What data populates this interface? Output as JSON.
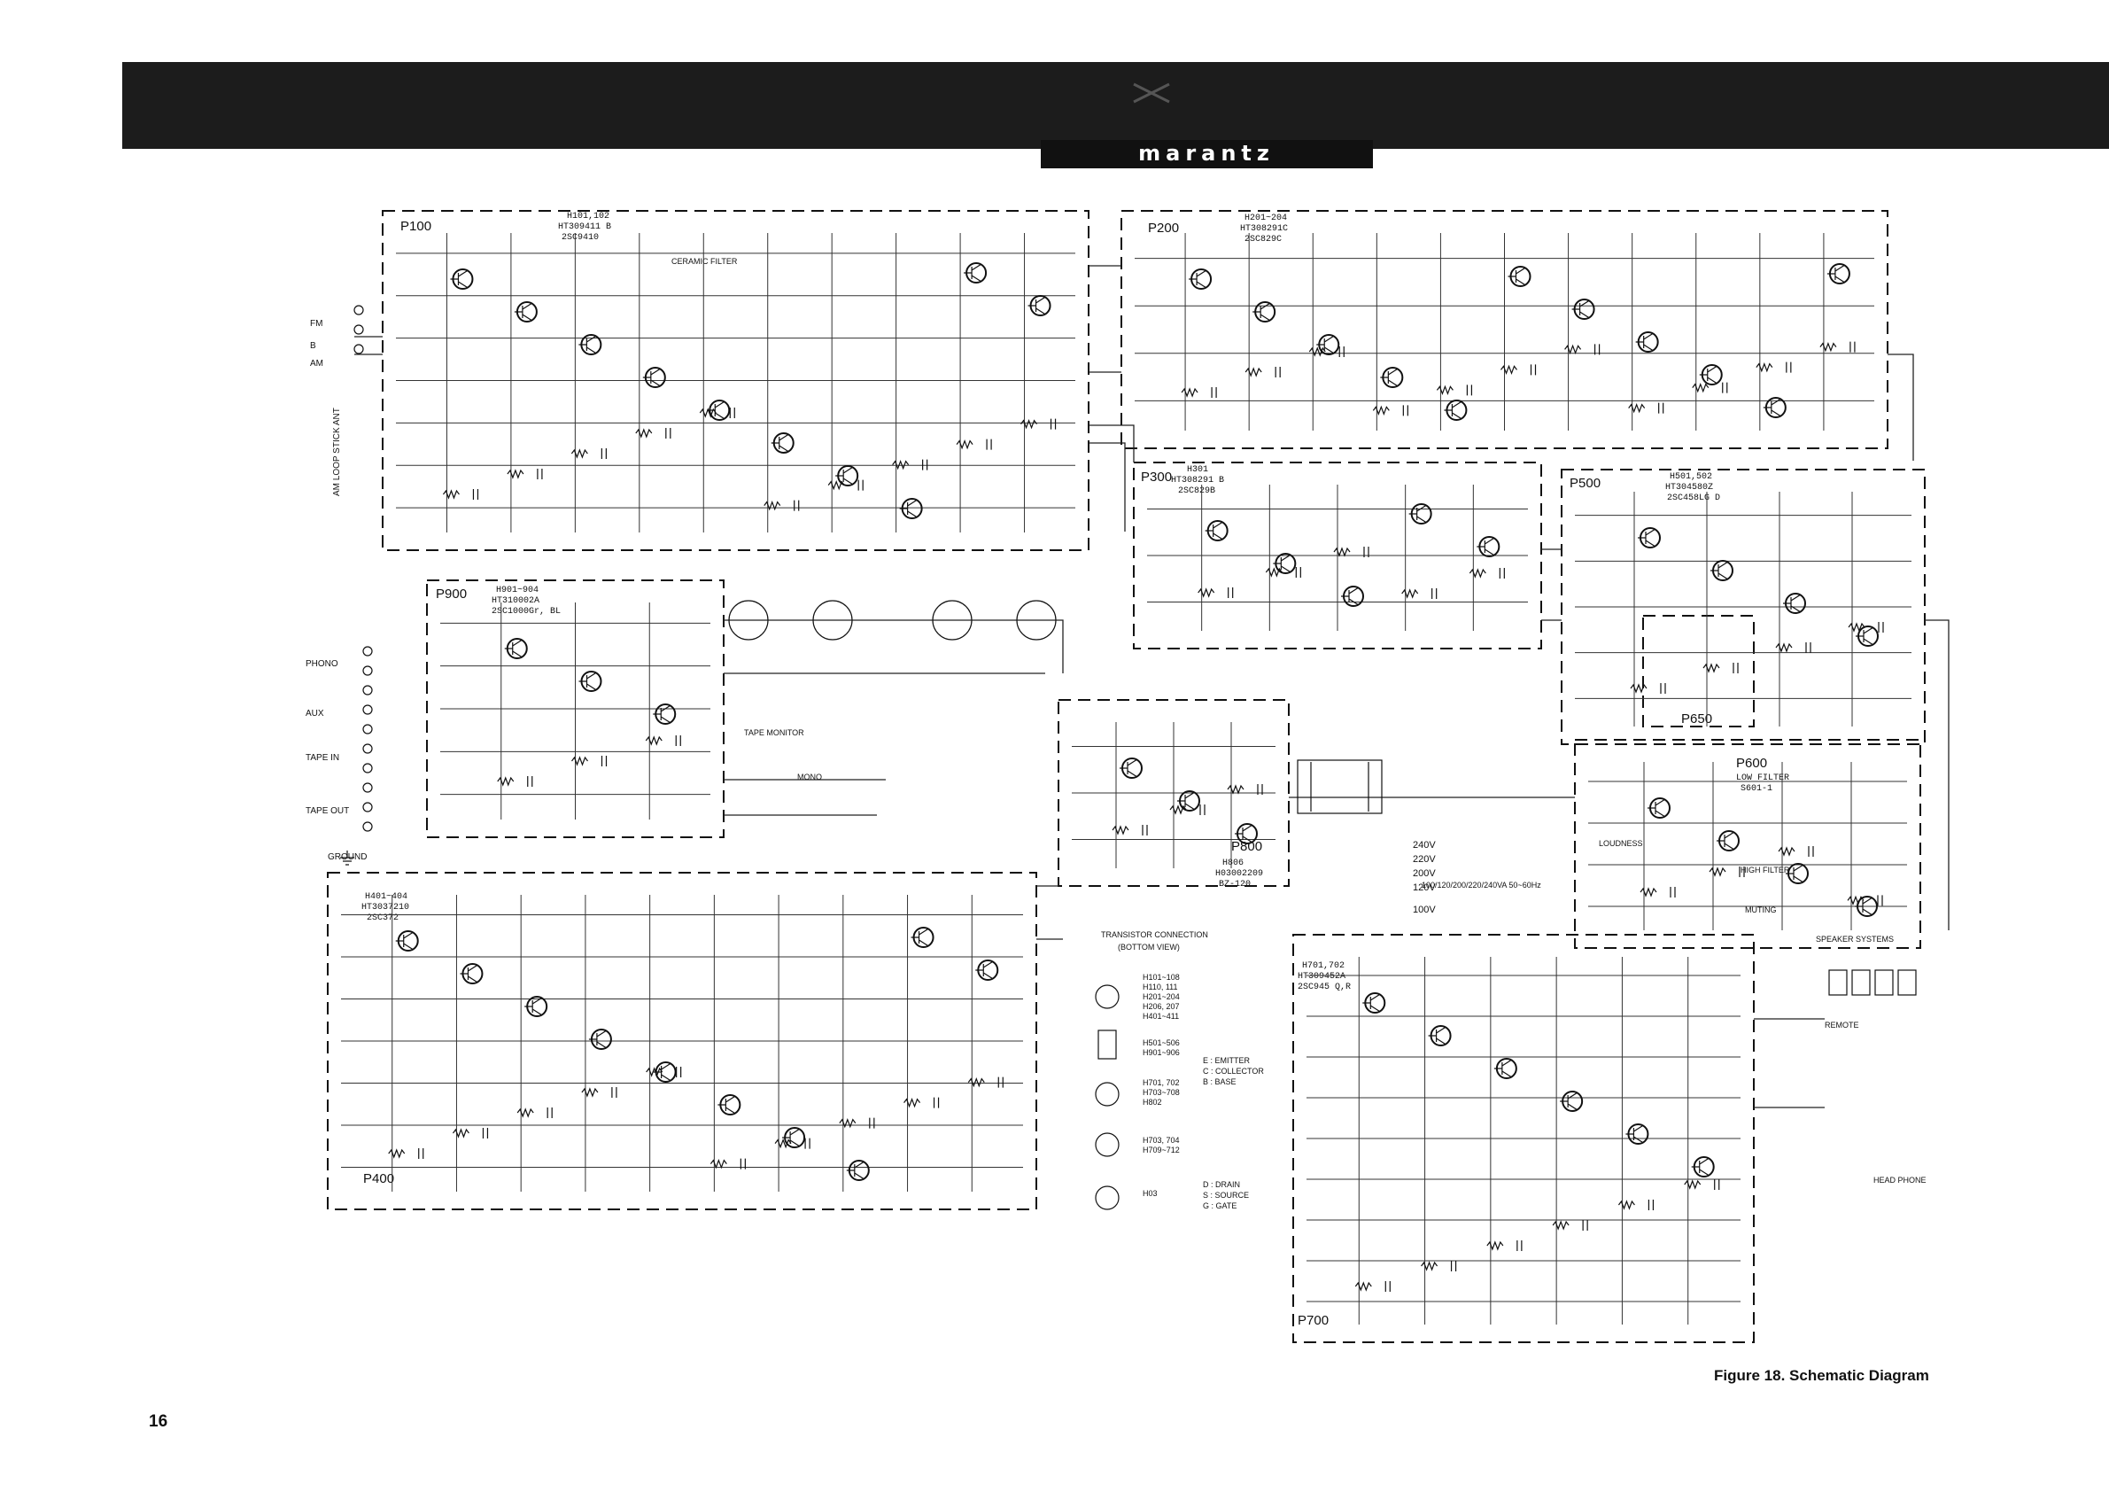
{
  "brand": "marantz",
  "figure_caption": "Figure 18.  Schematic Diagram",
  "page_number": "16",
  "boards": [
    {
      "id": "P100",
      "header": [
        "H101,102",
        "HT309411 B",
        "2SC9410"
      ]
    },
    {
      "id": "P200",
      "header": [
        "H201~204",
        "HT308291C",
        "2SC829C"
      ]
    },
    {
      "id": "P300",
      "header": [
        "H301",
        "HT308291 B",
        "2SC829B"
      ]
    },
    {
      "id": "P400",
      "header": [
        "H401~404",
        "HT3037210",
        "2SC372"
      ]
    },
    {
      "id": "P500",
      "header": [
        "H501,502",
        "HT304580Z",
        "2SC458LG D"
      ]
    },
    {
      "id": "P600",
      "header": [
        "LOW FILTER",
        "S601-1"
      ]
    },
    {
      "id": "P650",
      "header": []
    },
    {
      "id": "P700",
      "header": [
        "H701,702",
        "HT309452A",
        "2SC945 Q,R"
      ]
    },
    {
      "id": "P800",
      "header": [
        "H806",
        "H03002209",
        "BZ-120"
      ]
    },
    {
      "id": "P900",
      "header": [
        "H901~904",
        "HT310002A",
        "2SC1000Gr, BL"
      ]
    }
  ],
  "inputs": [
    "FM",
    "B",
    "AM",
    "PHONO",
    "AUX",
    "TAPE IN",
    "TAPE OUT",
    "GROUND"
  ],
  "labels": {
    "ceramic_filter": "CERAMIC FILTER",
    "tape_monitor": "TAPE MONITOR",
    "mono": "MONO",
    "loudness": "LOUDNESS",
    "high_filter": "HIGH FILTER",
    "muting": "MUTING",
    "speaker_systems": "SPEAKER SYSTEMS",
    "remote": "REMOTE",
    "head_phone": "HEAD PHONE",
    "am_loop_stick_ant": "AM LOOP STICK ANT",
    "voltages": [
      "240V",
      "220V",
      "200V",
      "120V",
      "100V"
    ],
    "voltage_note": "100/120/200/220/240VA 50~60Hz"
  },
  "transistor_connection": {
    "title": "TRANSISTOR CONNECTION",
    "subtitle": "(BOTTOM VIEW)",
    "groups": [
      [
        "H101~108",
        "H110, 111",
        "H201~204",
        "H206, 207",
        "H401~411"
      ],
      [
        "H501~506",
        "H901~906"
      ],
      [
        "H701, 702",
        "H703~708",
        "H802"
      ],
      [
        "H703, 704",
        "H709~712"
      ],
      [
        "H03"
      ]
    ],
    "legend": [
      "E : EMITTER",
      "C : COLLECTOR",
      "B : BASE",
      "D : DRAIN",
      "S : SOURCE",
      "G : GATE"
    ]
  },
  "colors": {
    "header_band": "#1c1c1c",
    "ink": "#111111",
    "paper": "#ffffff"
  }
}
